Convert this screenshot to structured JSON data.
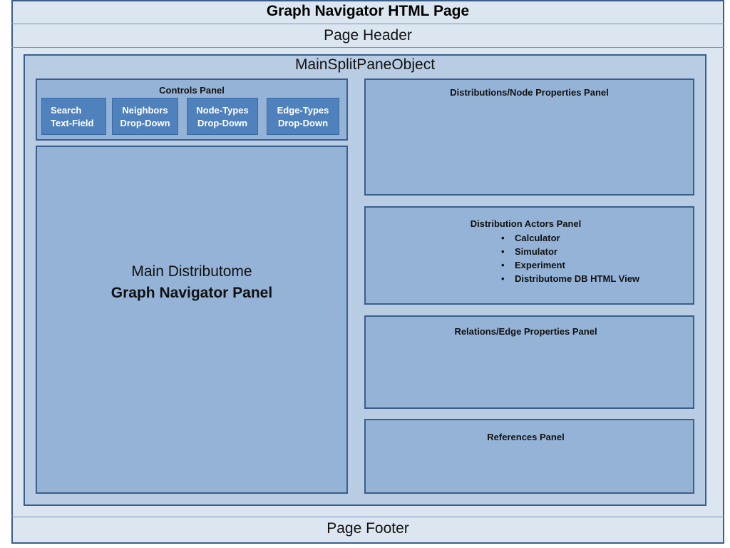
{
  "page": {
    "title": "Graph Navigator HTML Page",
    "header": "Page Header",
    "footer": "Page Footer"
  },
  "split_pane": {
    "title": "MainSplitPaneObject"
  },
  "controls_panel": {
    "title": "Controls Panel",
    "controls": [
      {
        "line1": "Search",
        "line2": "Text-Field"
      },
      {
        "line1": "Neighbors",
        "line2": "Drop-Down"
      },
      {
        "line1": "Node-Types",
        "line2": "Drop-Down"
      },
      {
        "line1": "Edge-Types",
        "line2": "Drop-Down"
      }
    ]
  },
  "graph_panel": {
    "line1": "Main Distributome",
    "line2": "Graph Navigator Panel"
  },
  "node_properties_panel": {
    "title": "Distributions/Node Properties Panel"
  },
  "actors_panel": {
    "title": "Distribution Actors  Panel",
    "items": [
      "Calculator",
      "Simulator",
      "Experiment",
      "Distributome DB HTML View"
    ]
  },
  "edge_properties_panel": {
    "title": "Relations/Edge Properties Panel"
  },
  "references_panel": {
    "title": "References Panel"
  },
  "colors": {
    "page_background": "#dce6f1",
    "split_background": "#b8cce4",
    "panel_fill": "#95b3d7",
    "control_fill": "#4f81bd",
    "border": "#3a5f8a"
  }
}
